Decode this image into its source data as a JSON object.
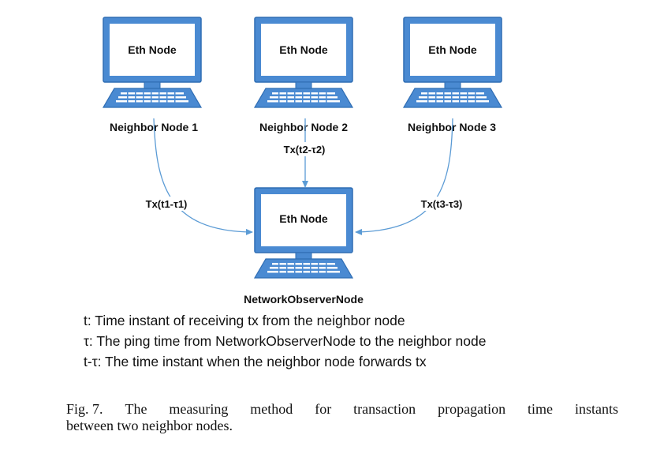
{
  "diagram": {
    "neighbors": [
      {
        "title": "Eth Node",
        "label": "Neighbor Node 1"
      },
      {
        "title": "Eth Node",
        "label": "Neighbor Node 2"
      },
      {
        "title": "Eth Node",
        "label": "Neighbor Node 3"
      }
    ],
    "observer": {
      "title": "Eth Node",
      "label": "NetworkObserverNode"
    },
    "edges": [
      {
        "label": "Tx(t1-τ1)"
      },
      {
        "label": "Tx(t2-τ2)"
      },
      {
        "label": "Tx(t3-τ3)"
      }
    ],
    "colors": {
      "monitor_border": "#3b7bc4",
      "monitor_fill": "#4a8ad2",
      "screen_fill": "#ffffff",
      "arrow": "#5b9bd5"
    }
  },
  "legend": [
    {
      "key": "t:",
      "text": "Time instant of receiving tx from the neighbor node"
    },
    {
      "key": "τ:",
      "text": "The ping time from NetworkObserverNode to the neighbor node"
    },
    {
      "key": "t-τ:",
      "text": "The time instant when the neighbor node forwards tx"
    }
  ],
  "caption": {
    "label": "Fig. 7.",
    "line1_words": [
      "The",
      "measuring",
      "method",
      "for",
      "transaction",
      "propagation",
      "time",
      "instants"
    ],
    "line2": "between two neighbor nodes."
  }
}
